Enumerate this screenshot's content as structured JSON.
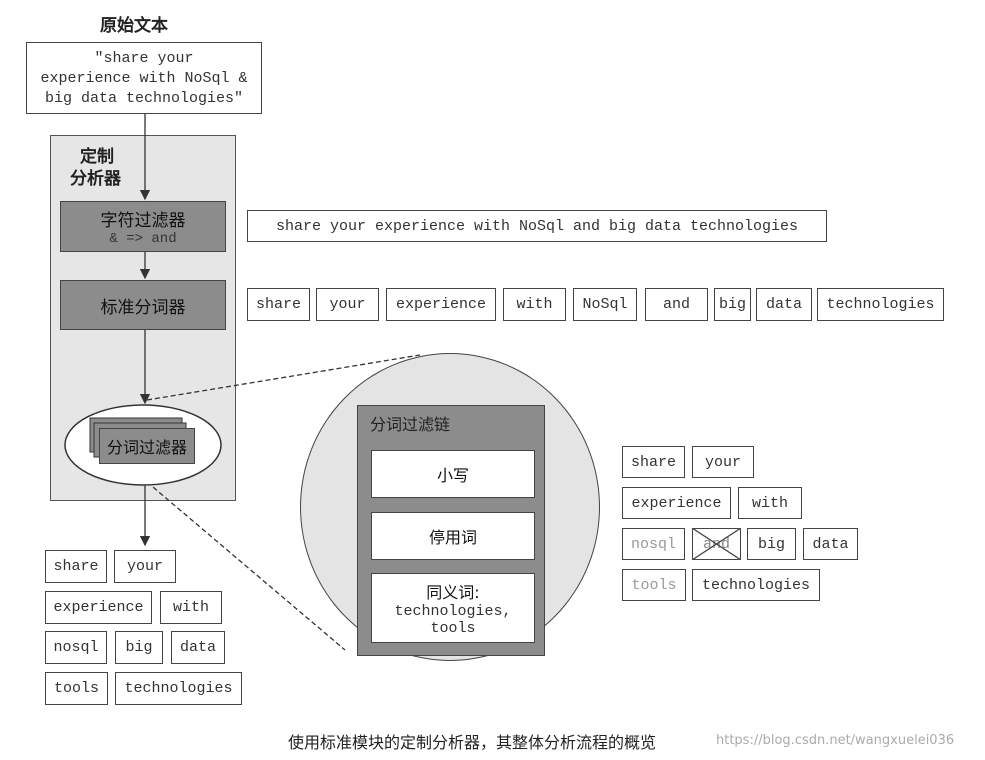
{
  "original": {
    "title": "原始文本",
    "text_lines": [
      "\"share your",
      "experience with NoSql &",
      "big data technologies\""
    ]
  },
  "analyzer": {
    "title_lines": [
      "定制",
      "分析器"
    ],
    "char_filter": {
      "label": "字符过滤器",
      "rule": "& => and"
    },
    "tokenizer": "标准分词器",
    "token_filter": "分词过滤器"
  },
  "char_filter_output": "share your experience with NoSql and big data technologies",
  "tokenizer_output": [
    "share",
    "your",
    "experience",
    "with",
    "NoSql",
    "and",
    "big",
    "data",
    "technologies"
  ],
  "filter_chain": {
    "title": "分词过滤链",
    "lowercase": "小写",
    "stopwords": "停用词",
    "synonyms": {
      "label": "同义词:",
      "lines": [
        "technologies,",
        "tools"
      ]
    }
  },
  "filter_chain_output": [
    [
      "share",
      "your"
    ],
    [
      "experience",
      "with"
    ],
    [
      "nosql",
      "and",
      "big",
      "data"
    ],
    [
      "tools",
      "technologies"
    ]
  ],
  "final_output": [
    [
      "share",
      "your"
    ],
    [
      "experience",
      "with"
    ],
    [
      "nosql",
      "big",
      "data"
    ],
    [
      "tools",
      "technologies"
    ]
  ],
  "caption": "使用标准模块的定制分析器，其整体分析流程的概览",
  "watermark": "https://blog.csdn.net/wangxuelei036"
}
